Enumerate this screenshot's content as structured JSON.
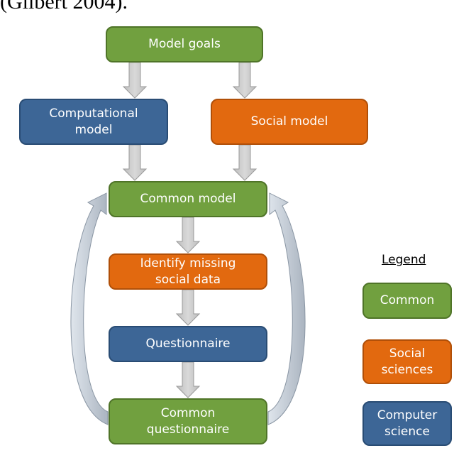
{
  "top_caption": "(Gilbert 2004).",
  "colors": {
    "common": "#71a03f",
    "social": "#e2690f",
    "computer": "#3d6696",
    "arrow": "#c8c8c8"
  },
  "nodes": {
    "model_goals": "Model goals",
    "computational_model": "Computational\nmodel",
    "social_model": "Social model",
    "common_model": "Common model",
    "identify_missing": "Identify missing\nsocial data",
    "questionnaire": "Questionnaire",
    "common_questionnaire": "Common\nquestionnaire"
  },
  "legend": {
    "title": "Legend",
    "common": "Common",
    "social": "Social\nsciences",
    "computer": "Computer\nscience"
  }
}
